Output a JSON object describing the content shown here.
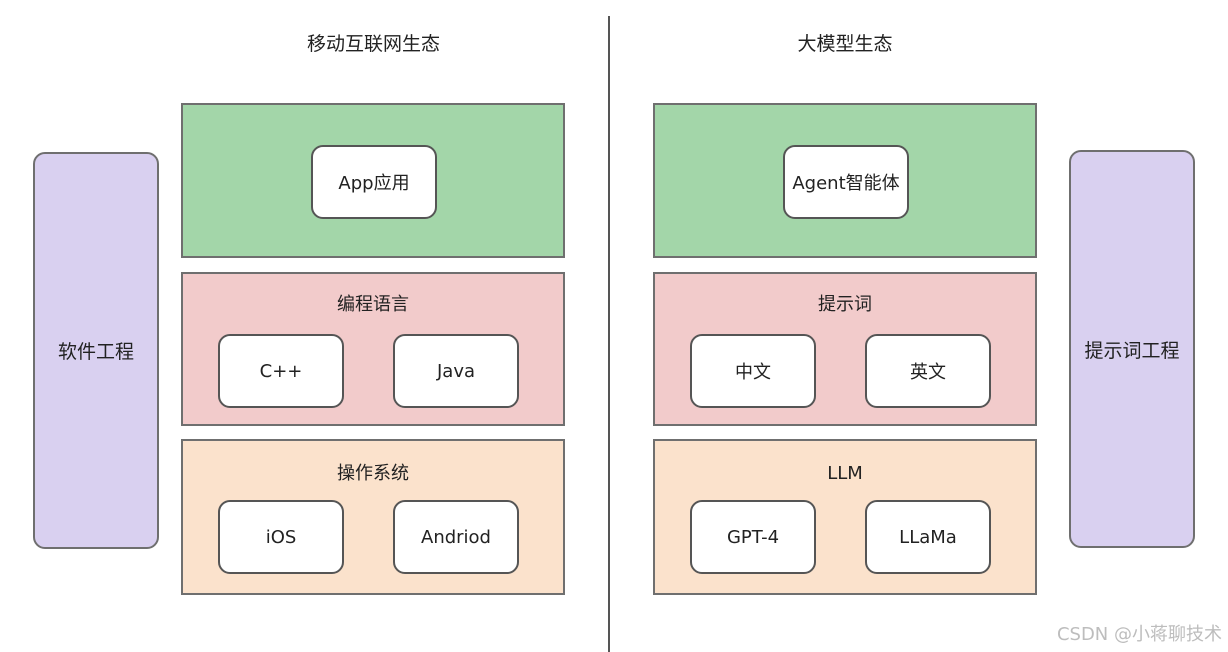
{
  "left": {
    "title": "移动互联网生态",
    "side_label": "软件工程",
    "top_chip": "App应用",
    "mid_title": "编程语言",
    "mid_chips": [
      "C++",
      "Java"
    ],
    "bot_title": "操作系统",
    "bot_chips": [
      "iOS",
      "Andriod"
    ]
  },
  "right": {
    "title": "大模型生态",
    "side_label": "提示词工程",
    "top_chip": "Agent智能体",
    "mid_title": "提示词",
    "mid_chips": [
      "中文",
      "英文"
    ],
    "bot_title": "LLM",
    "bot_chips": [
      "GPT-4",
      "LLaMa"
    ]
  },
  "watermark": "CSDN @小蒋聊技术",
  "colors": {
    "top_layer": "#a3d6a9",
    "mid_layer": "#f2cbcb",
    "bot_layer": "#fbe2cc",
    "side_bar": "#d9d0f0"
  }
}
